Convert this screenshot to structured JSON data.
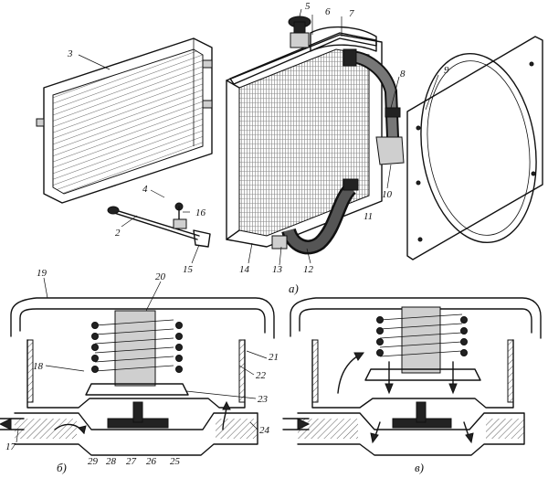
{
  "part_numbers": [
    "2",
    "3",
    "4",
    "5",
    "6",
    "7",
    "8",
    "9",
    "10",
    "11",
    "12",
    "13",
    "14",
    "15",
    "16",
    "17",
    "18",
    "19",
    "20",
    "21",
    "22",
    "23",
    "24",
    "25",
    "26",
    "27",
    "28",
    "29"
  ],
  "view_labels": {
    "a": "а)",
    "b": "б)",
    "v": "в)"
  }
}
